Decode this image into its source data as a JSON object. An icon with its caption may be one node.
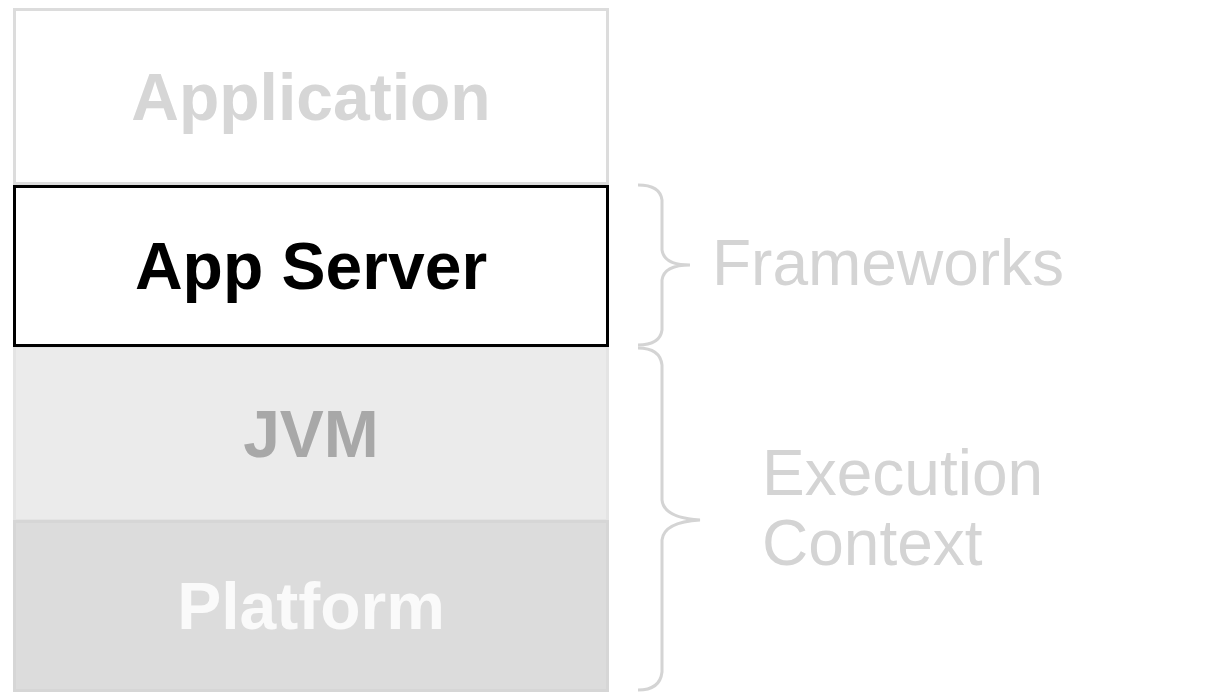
{
  "diagram": {
    "nodes": [
      {
        "text": [
          "Application"
        ]
      },
      {
        "text": [
          "App Server"
        ]
      },
      {
        "text": [
          "JVM"
        ]
      },
      {
        "text": [
          "Platform"
        ]
      }
    ],
    "labels": [
      "Frameworks",
      "Execution Context"
    ]
  }
}
